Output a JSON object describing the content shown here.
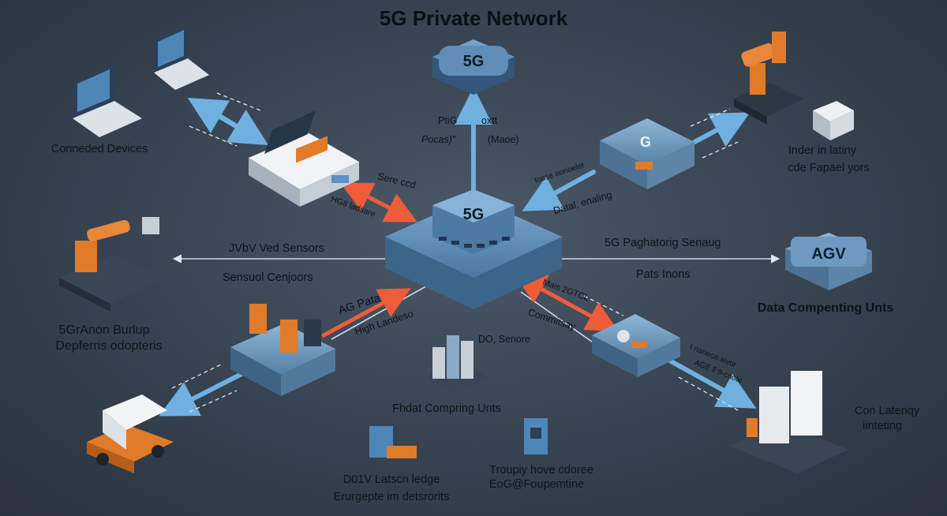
{
  "title": "5G Private Network",
  "top_node": {
    "label": "5G"
  },
  "hub_node": {
    "label": "5G"
  },
  "gateway_node": {
    "label": "G"
  },
  "agv_node": {
    "label": "AGV"
  },
  "labels": {
    "connected_devices": "Conneded Devices",
    "top_link_left_1": "PtiG",
    "top_link_left_2": "Pocas)\"",
    "top_link_right_1": "oxtt",
    "top_link_right_2": "(Maoe)",
    "edge_link_1": "Sere ccd",
    "edge_link_2": "HG8 ladsare",
    "gateway_link_1": "Ioase aorioelet",
    "gateway_link_2": "Datal, enaling",
    "industrial_1": "Inder in latiny",
    "industrial_2": "cde Fapael yors",
    "sensors_1": "JVbV Ved Sensors",
    "sensors_2": "Sensuol Cenjoors",
    "robot_1": "5GrAnon Burlup",
    "robot_2": "Depferris odopteris",
    "agv_link_1": "5G Paghatorig Senaug",
    "agv_link_2": "Pats Inons",
    "data_computing": "Data Compenting Unts",
    "ag_link_1": "AG Pata",
    "ag_link_2": "High Landeso",
    "server_label": "DO, Senore",
    "edge_computing": "Fhdat Compring Unts",
    "low_latency_link_1": "Mais 2GTCL",
    "low_latency_link_2": "Commitsay",
    "low_latency_link_3": "I naneca aivor",
    "low_latency_link_4": "AGE ll 9-cnote",
    "low_latency_1": "Con Latenqy",
    "low_latency_2": "iinteting",
    "bottom_left_1": "D01V Latscn ledge",
    "bottom_left_2": "Erurgepte im detsrorits",
    "bottom_right_1": "Troupiy hove cdoree",
    "bottom_right_2": "EoG@Foupemtine"
  },
  "colors": {
    "arrow_blue": "#5fa3d8",
    "arrow_red": "#e85a3c",
    "device_orange": "#e07b2a",
    "node_blue": "#4f7ca6",
    "background": "#3a4654"
  }
}
